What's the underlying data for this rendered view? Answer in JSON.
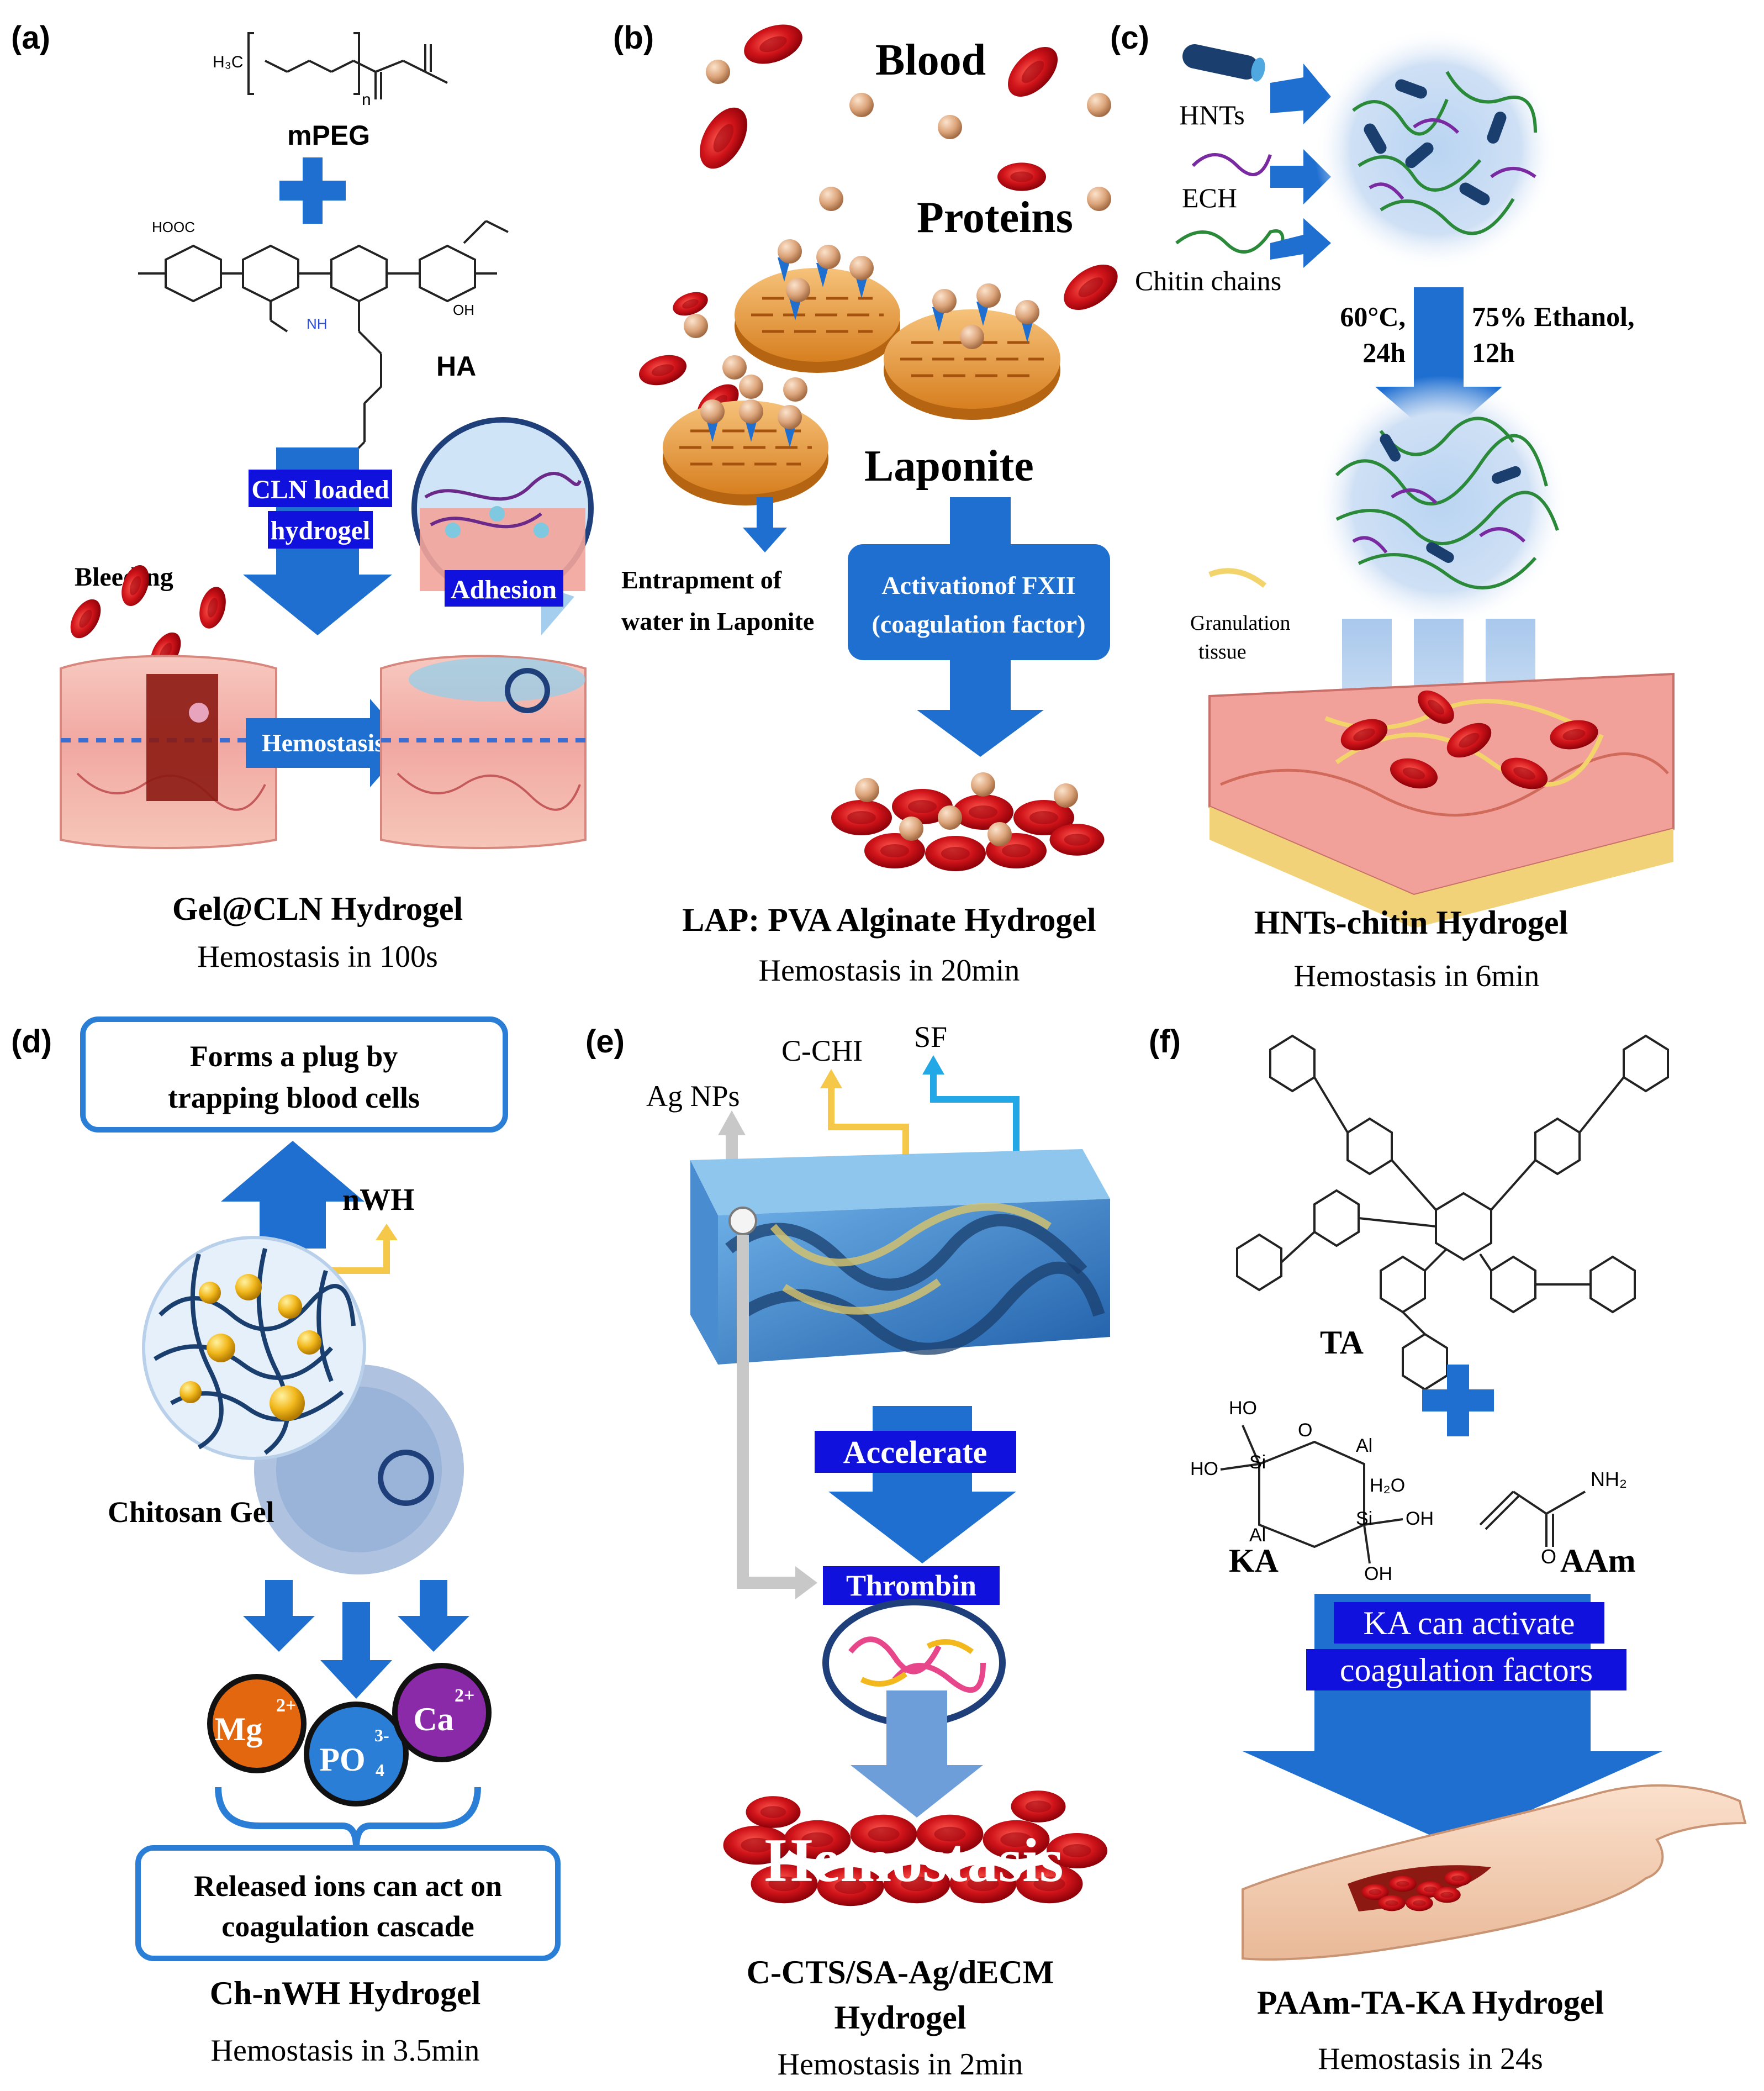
{
  "panels": {
    "a": {
      "letter": "(a)",
      "mpeg": "mPEG",
      "ha": "HA",
      "mpeg_n": "n",
      "mpeg_h3c": "H₃C",
      "ha_hooc": "HOOC",
      "ha_nh": "NH",
      "ha_oh": "OH",
      "loaded_line1": "CLN loaded",
      "loaded_line2": "hydrogel",
      "bleeding": "Bleeding",
      "adhesion": "Adhesion",
      "hemostasis_arrow": "Hemostasis",
      "title": "Gel@CLN Hydrogel",
      "time": "Hemostasis in 100s"
    },
    "b": {
      "letter": "(b)",
      "blood": "Blood",
      "proteins": "Proteins",
      "laponite": "Laponite",
      "entrap_line1": "Entrapment of",
      "entrap_line2": "water in Laponite",
      "act_line1": "Activationof FXII",
      "act_line2": "(coagulation factor)",
      "title": "LAP: PVA Alginate Hydrogel",
      "time": "Hemostasis in 20min"
    },
    "c": {
      "letter": "(c)",
      "hnts": "HNTs",
      "ech": "ECH",
      "chitin": "Chitin chains",
      "cond_left_1": "60°C,",
      "cond_left_2": "24h",
      "cond_right_1": "75% Ethanol,",
      "cond_right_2": "12h",
      "gran_1": "Granulation",
      "gran_2": "tissue",
      "title": "HNTs-chitin Hydrogel",
      "time": "Hemostasis in 6min"
    },
    "d": {
      "letter": "(d)",
      "plug_1": "Forms a plug by",
      "plug_2": "trapping blood cells",
      "nwh": "nWH",
      "chitosan": "Chitosan Gel",
      "mg": "Mg",
      "mg_sup": "2+",
      "po": "PO",
      "po_sub": "4",
      "po_sup": "3-",
      "ca": "Ca",
      "ca_sup": "2+",
      "rel_1": "Released ions can act on",
      "rel_2": "coagulation cascade",
      "title": "Ch-nWH Hydrogel",
      "time": "Hemostasis in 3.5min"
    },
    "e": {
      "letter": "(e)",
      "agnps": "Ag NPs",
      "cchi": "C-CHI",
      "sf": "SF",
      "accelerate": "Accelerate",
      "thrombin": "Thrombin",
      "hemostasis": "Hemostasis",
      "title_1": "C-CTS/SA-Ag/dECM",
      "title_2": "Hydrogel",
      "time": "Hemostasis in 2min"
    },
    "f": {
      "letter": "(f)",
      "ta": "TA",
      "ka": "KA",
      "aam": "AAm",
      "h2o": "H₂O",
      "nh2": "NH₂",
      "o": "O",
      "ho": "HO",
      "oh": "OH",
      "si": "Si",
      "al": "Al",
      "ka_act_1": "KA can activate",
      "ka_act_2": "coagulation factors",
      "title": "PAAm-TA-KA Hydrogel",
      "time": "Hemostasis in 24s"
    }
  },
  "colors": {
    "arrow_blue": "#1f6fd1",
    "label_box": "#1111dd",
    "blood_red": "#d0141a",
    "protein_tan": "#e0b088",
    "laponite": "#e89a3c",
    "mg": "#e2670f",
    "po": "#2a7ed6",
    "ca": "#8a2aa8"
  }
}
